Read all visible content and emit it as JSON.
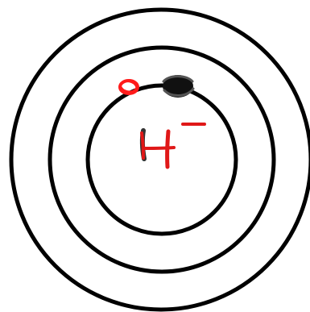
{
  "diagram": {
    "label": {
      "symbol": "H",
      "charge": "−"
    },
    "shells": [
      {
        "name": "inner-shell"
      },
      {
        "name": "middle-shell"
      },
      {
        "name": "outer-shell"
      }
    ],
    "electrons": [
      {
        "name": "electron-red",
        "color": "#ff1a1a"
      },
      {
        "name": "electron-black",
        "color": "#111111"
      }
    ],
    "colors": {
      "shell": "#000000",
      "symbol_main": "#e01818",
      "symbol_accent": "#333333",
      "background": "#ffffff"
    }
  }
}
